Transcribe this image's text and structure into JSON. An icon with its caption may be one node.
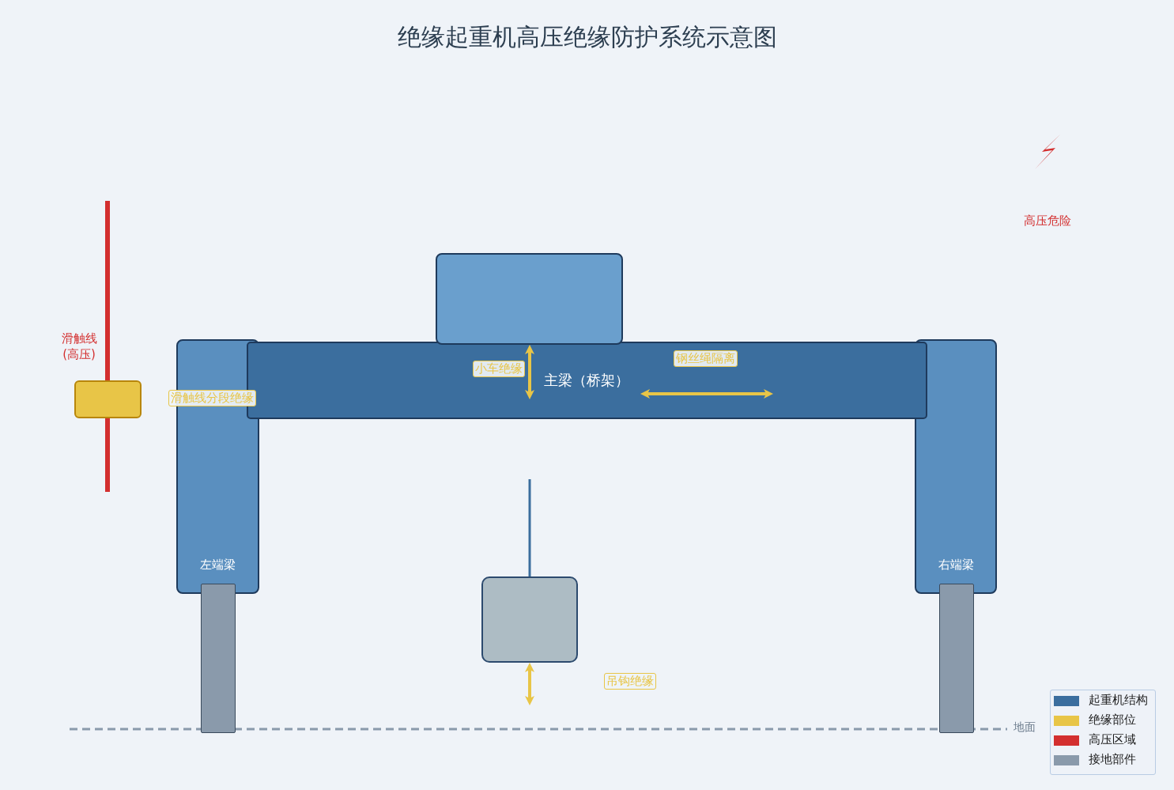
{
  "diagram": {
    "title": "绝缘起重机高压绝缘防护系统示意图",
    "nodes": [
      {
        "text": [],
        "shape": "bar",
        "beside": [
          "滑触线(高压)"
        ]
      },
      {
        "text": [],
        "shape": "box"
      },
      {
        "text": [
          "左端梁"
        ]
      },
      {
        "text": [
          "主梁（桥架）"
        ]
      },
      {
        "text": [
          "钢丝绳隔离"
        ],
        "in": 3
      },
      {
        "text": [
          "小车绝缘"
        ],
        "in": 3
      },
      {
        "text": [
          "右端梁"
        ]
      },
      {
        "text": [],
        "shape": "box"
      },
      {
        "text": [
          "滑触线分段绝缘"
        ]
      },
      {
        "text": [],
        "shape": "box"
      },
      {
        "text": [],
        "shape": "box"
      },
      {
        "text": [],
        "shape": "box"
      },
      {
        "text": [
          "吊钩绝缘"
        ]
      }
    ],
    "edges": [
      {
        "from": 1,
        "to": 3,
        "arrow": "both"
      },
      {
        "from": null,
        "to": 9,
        "arrow": "none",
        "color": "#3b6e9e"
      },
      {
        "from": 9,
        "to": null,
        "arrow": "both"
      }
    ],
    "labels": [
      "高压危险",
      "地面"
    ],
    "legend": [
      {
        "text": "起重机结构",
        "color": "#3b6e9e"
      },
      {
        "text": "绝缘部位",
        "color": "#e8c547"
      },
      {
        "text": "高压区域",
        "color": "#d32f2f"
      },
      {
        "text": "接地部件",
        "color": "#8a9aab"
      }
    ]
  }
}
